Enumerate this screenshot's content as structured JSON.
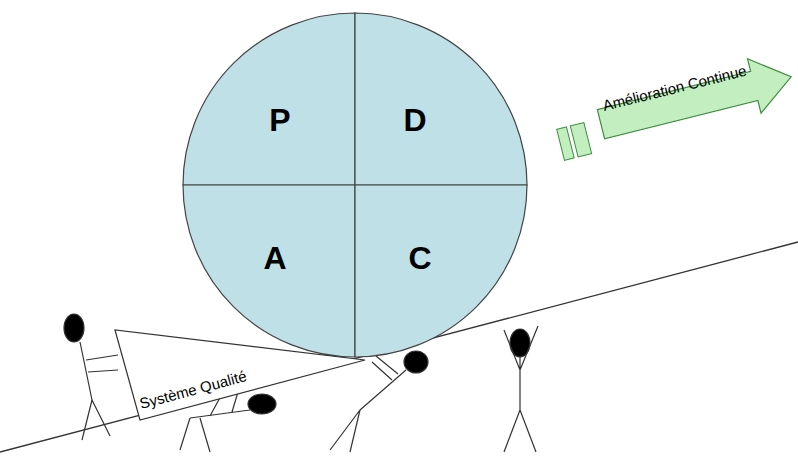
{
  "diagram": {
    "nodes": [
      {
        "text": [
          "P"
        ]
      },
      {
        "text": [
          "D"
        ]
      },
      {
        "text": [
          "A"
        ]
      },
      {
        "text": [
          "C"
        ]
      },
      {
        "text": [
          "Amélioration Continue"
        ]
      },
      {
        "text": [
          "Système Qualité"
        ]
      }
    ]
  }
}
